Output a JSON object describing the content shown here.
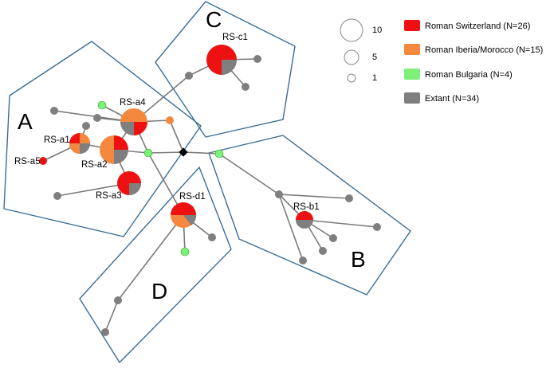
{
  "colors": {
    "roman_switzerland": "#ee1111",
    "roman_iberia_morocco": "#f5883f",
    "roman_bulgaria": "#7ef07a",
    "extant": "#7f7f7f",
    "median_vector": "#000000"
  },
  "regions": [
    {
      "id": "A",
      "label": "A"
    },
    {
      "id": "B",
      "label": "B"
    },
    {
      "id": "C",
      "label": "C"
    },
    {
      "id": "D",
      "label": "D"
    }
  ],
  "haplotypes": [
    {
      "id": "rs-a1",
      "label": "RS-a1"
    },
    {
      "id": "rs-a2",
      "label": "RS-a2"
    },
    {
      "id": "rs-a3",
      "label": "RS-a3"
    },
    {
      "id": "rs-a4",
      "label": "RS-a4"
    },
    {
      "id": "rs-a5",
      "label": "RS-a5"
    },
    {
      "id": "rs-b1",
      "label": "RS-b1"
    },
    {
      "id": "rs-c1",
      "label": "RS-c1"
    },
    {
      "id": "rs-d1",
      "label": "RS-d1"
    }
  ],
  "legend": {
    "size_scale": [
      {
        "value": "10"
      },
      {
        "value": "5"
      },
      {
        "value": "1"
      }
    ],
    "groups": [
      {
        "label": "Roman Switzerland (N=26)",
        "color": "#ee1111"
      },
      {
        "label": "Roman Iberia/Morocco (N=15)",
        "color": "#f5883f"
      },
      {
        "label": "Roman Bulgaria (N=4)",
        "color": "#7ef07a"
      },
      {
        "label": "Extant (N=34)",
        "color": "#7f7f7f"
      }
    ]
  }
}
